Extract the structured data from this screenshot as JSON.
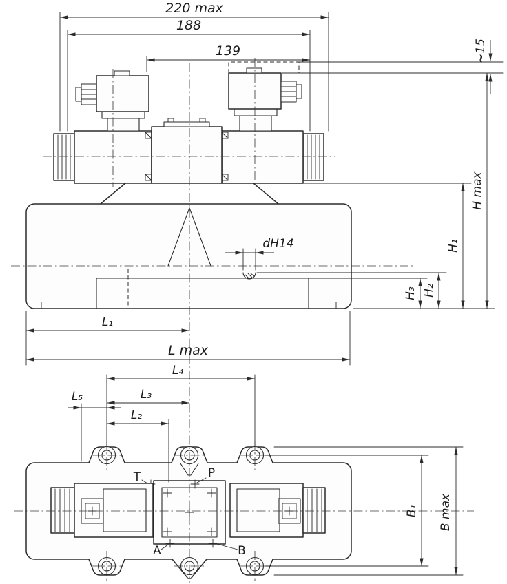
{
  "colors": {
    "ink": "#2b2b2b",
    "background": "#ffffff"
  },
  "top_view": {
    "dimensions": {
      "overall_width": "220 max",
      "body_width": "188",
      "connector_span": "139",
      "clearance_top": "~15",
      "overall_height": "H max",
      "height_1": "H₁",
      "height_2": "H₂",
      "height_3": "H₃",
      "hole_dia": "dH14",
      "length_1": "L₁",
      "overall_length": "L max"
    }
  },
  "plan_view": {
    "dimensions": {
      "length_4": "L₄",
      "length_3": "L₃",
      "length_2": "L₂",
      "length_5": "L₅",
      "width_1": "B₁",
      "overall_width": "B max"
    },
    "ports": {
      "t": "T",
      "p": "P",
      "a": "A",
      "b": "B"
    }
  }
}
